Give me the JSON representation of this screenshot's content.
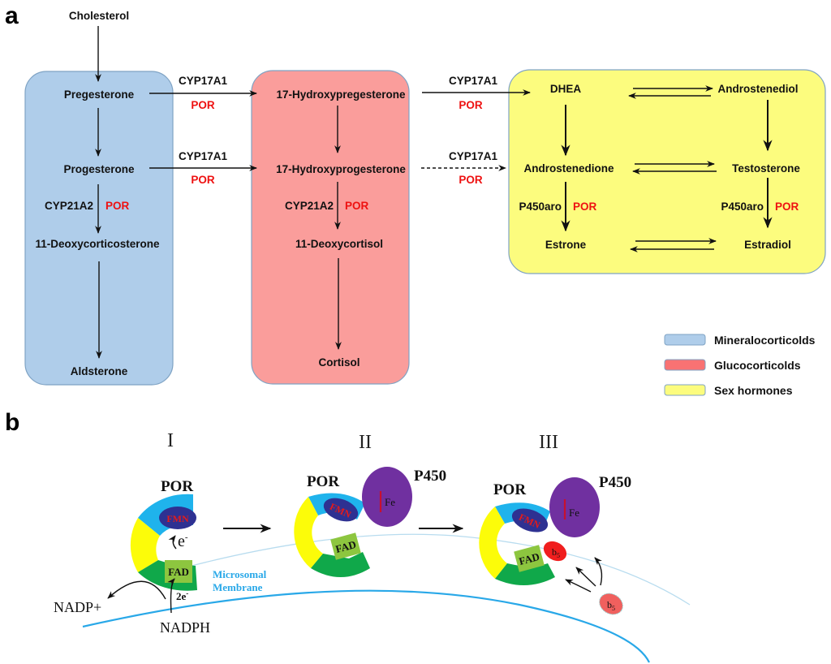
{
  "panel_a": {
    "label": "a",
    "precursor": "Cholesterol",
    "groups": {
      "mineralocorticoids": {
        "color": "#afcdea",
        "nodes": [
          "Pregesterone",
          "Progesterone",
          "11-Deoxycorticosterone",
          "Aldsterone"
        ]
      },
      "glucocorticoids": {
        "color": "#fa9d9b",
        "nodes": [
          "17-Hydroxypregesterone",
          "17-Hydroxyprogesterone",
          "11-Deoxycortisol",
          "Cortisol"
        ]
      },
      "sex_hormones": {
        "color": "#fcfc7e",
        "nodes": [
          "DHEA",
          "Androstenediol",
          "Androstenedione",
          "Testosterone",
          "Estrone",
          "Estradiol"
        ]
      }
    },
    "enzymes": {
      "cyp17a1": "CYP17A1",
      "cyp21a2": "CYP21A2",
      "p450aro": "P450aro",
      "por": "POR"
    },
    "edges": [
      {
        "from": "Cholesterol",
        "to": "Pregesterone"
      },
      {
        "from": "Pregesterone",
        "to": "Progesterone"
      },
      {
        "from": "Progesterone",
        "to": "11-Deoxycorticosterone",
        "enzymes": [
          "CYP21A2",
          "POR"
        ]
      },
      {
        "from": "11-Deoxycorticosterone",
        "to": "Aldsterone"
      },
      {
        "from": "Pregesterone",
        "to": "17-Hydroxypregesterone",
        "enzymes": [
          "CYP17A1",
          "POR"
        ]
      },
      {
        "from": "Progesterone",
        "to": "17-Hydroxyprogesterone",
        "enzymes": [
          "CYP17A1",
          "POR"
        ]
      },
      {
        "from": "17-Hydroxypregesterone",
        "to": "17-Hydroxyprogesterone"
      },
      {
        "from": "17-Hydroxyprogesterone",
        "to": "11-Deoxycortisol",
        "enzymes": [
          "CYP21A2",
          "POR"
        ]
      },
      {
        "from": "11-Deoxycortisol",
        "to": "Cortisol"
      },
      {
        "from": "17-Hydroxypregesterone",
        "to": "DHEA",
        "enzymes": [
          "CYP17A1",
          "POR"
        ]
      },
      {
        "from": "17-Hydroxyprogesterone",
        "to": "Androstenedione",
        "enzymes": [
          "CYP17A1",
          "POR"
        ],
        "style": "dashed"
      },
      {
        "from": "DHEA",
        "to": "Androstenediol",
        "reversible": true
      },
      {
        "from": "DHEA",
        "to": "Androstenedione"
      },
      {
        "from": "Androstenediol",
        "to": "Testosterone"
      },
      {
        "from": "Androstenedione",
        "to": "Testosterone",
        "reversible": true
      },
      {
        "from": "Androstenedione",
        "to": "Estrone",
        "enzymes": [
          "P450aro",
          "POR"
        ]
      },
      {
        "from": "Testosterone",
        "to": "Estradiol",
        "enzymes": [
          "P450aro",
          "POR"
        ]
      },
      {
        "from": "Estrone",
        "to": "Estradiol",
        "reversible": true
      }
    ],
    "legend": [
      {
        "label": "Mineralocorticolds",
        "color": "#afcdea"
      },
      {
        "label": "Glucocorticolds",
        "color": "#f97273"
      },
      {
        "label": "Sex hormones",
        "color": "#fcfc7e"
      }
    ]
  },
  "panel_b": {
    "label": "b",
    "stages": [
      "I",
      "II",
      "III"
    ],
    "por": "POR",
    "p450": "P450",
    "fe": "Fe",
    "fmn": "FMN",
    "fad": "FAD",
    "b5": "b",
    "b5_sub": "5",
    "electron": "e",
    "electron_sup": "-",
    "two_electron": "2e",
    "nadp_plus": "NADP+",
    "nadph": "NADPH",
    "membrane_line1": "Microsomal",
    "membrane_line2": "Membrane",
    "colors": {
      "fmn_domain": "#1fb3ec",
      "connecting_domain": "#fcfc09",
      "fad_domain": "#10a84a",
      "fmn": "#2e3192",
      "fmn_text": "#e41b1b",
      "fad": "#8dc63f",
      "p450": "#7030a0",
      "fe_bar": "#c8102e",
      "b5": "#f01e1e",
      "membrane": "#29a8e8"
    }
  }
}
